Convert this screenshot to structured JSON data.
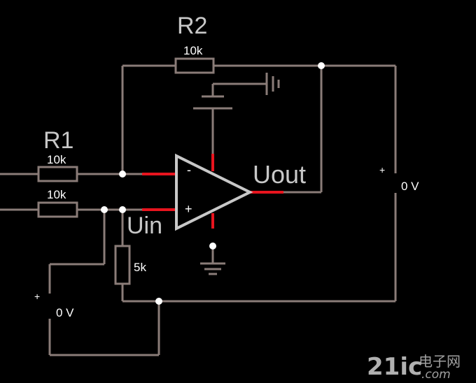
{
  "colors": {
    "background": "#000000",
    "wire": "#8a7c78",
    "opamp": "#c8c8c8",
    "pin": "#e8141e",
    "node": "#ffffff",
    "text": "#ffffff"
  },
  "labels": {
    "r2_name": "R2",
    "r2_value": "10k",
    "r1_name": "R1",
    "r1_value": "10k",
    "rplus_value": "10k",
    "r5k_value": "5k",
    "uout": "Uout",
    "uin": "Uin",
    "minus": "-",
    "plus": "+",
    "meter_right_plus": "+",
    "meter_right_value": "0 V",
    "meter_left_plus": "+",
    "meter_left_value": "0 V"
  },
  "watermark": {
    "brand": "21ic",
    "cn": "电子网",
    "domain": ".com"
  }
}
